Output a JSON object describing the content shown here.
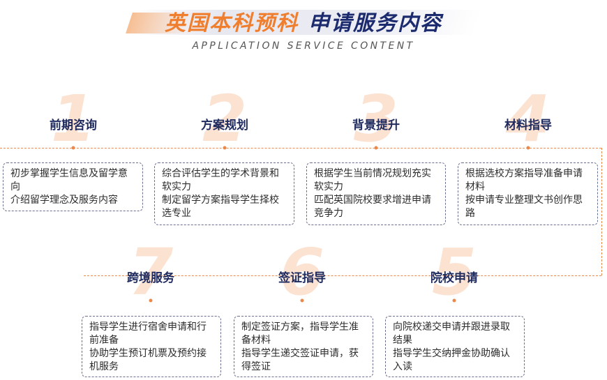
{
  "header": {
    "title_orange": "英国本科预科",
    "title_navy": "申请服务内容",
    "subtitle": "APPLICATION SERVICE CONTENT"
  },
  "steps": [
    {
      "number": "1",
      "title": "前期咨询",
      "lines": [
        "初步掌握学生信息及留学意向",
        "介绍留学理念及服务内容"
      ]
    },
    {
      "number": "2",
      "title": "方案规划",
      "lines": [
        "综合评估学生的学术背景和软实力",
        "制定留学方案指导学生择校选专业"
      ]
    },
    {
      "number": "3",
      "title": "背景提升",
      "lines": [
        "根据学生当前情况规划充实软实力",
        "匹配英国院校要求增进申请竞争力"
      ]
    },
    {
      "number": "4",
      "title": "材料指导",
      "lines": [
        "根据选校方案指导准备申请材料",
        "按申请专业整理文书创作思路"
      ]
    },
    {
      "number": "5",
      "title": "院校申请",
      "lines": [
        "向院校递交申请并跟进录取结果",
        "指导学生交纳押金协助确认入读"
      ]
    },
    {
      "number": "6",
      "title": "签证指导",
      "lines": [
        "制定签证方案，指导学生准备材料",
        "指导学生递交签证申请，获得签证"
      ]
    },
    {
      "number": "7",
      "title": "跨境服务",
      "lines": [
        "指导学生进行宿舍申请和行前准备",
        "协助学生预订机票及预约接机服务"
      ]
    }
  ],
  "colors": {
    "orange": "#ef7e2e",
    "navy": "#1c2a6e",
    "number_fill": "#fbe2d1",
    "connector": "#e98a4c"
  }
}
